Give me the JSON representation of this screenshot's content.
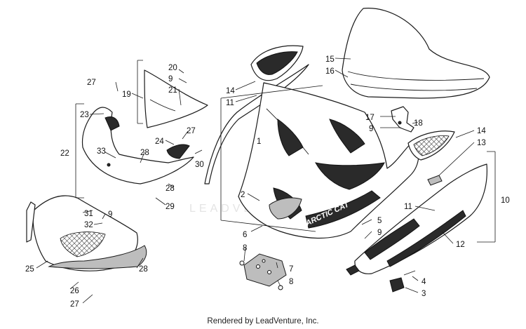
{
  "footer_text": "Rendered by LeadVenture, Inc.",
  "watermark_text": "LEADVENTURE",
  "callouts": {
    "c1": "1",
    "c2": "2",
    "c3": "3",
    "c4": "4",
    "c5": "5",
    "c6": "6",
    "c7": "7",
    "c8a": "8",
    "c8b": "8",
    "c9a": "9",
    "c9b": "9",
    "c9c": "9",
    "c9d": "9",
    "c10": "10",
    "c11a": "11",
    "c11b": "11",
    "c12": "12",
    "c13": "13",
    "c14a": "14",
    "c14b": "14",
    "c15": "15",
    "c16": "16",
    "c17": "17",
    "c18": "18",
    "c19": "19",
    "c20": "20",
    "c21": "21",
    "c22": "22",
    "c23": "23",
    "c24": "24",
    "c25": "25",
    "c26": "26",
    "c27a": "27",
    "c27b": "27",
    "c27c": "27",
    "c28a": "28",
    "c28b": "28",
    "c28c": "28",
    "c29": "29",
    "c30": "30",
    "c31": "31",
    "c32": "32",
    "c33": "33"
  },
  "hood_decal_text": "ARCTIC CAT"
}
